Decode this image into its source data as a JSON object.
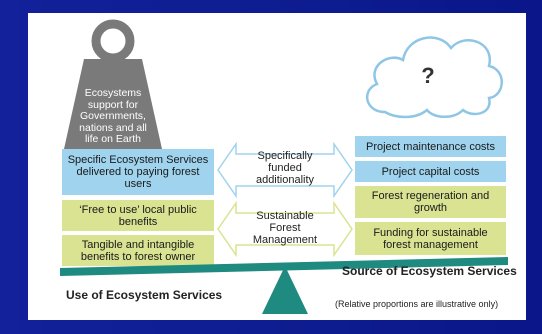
{
  "weight": {
    "label": "Ecosystems support for Governments, nations and all life on Earth"
  },
  "cloud": {
    "label": "?"
  },
  "left_stack": [
    {
      "label": "Specific Ecosystem Services delivered to paying forest users"
    },
    {
      "label": "‘Free to use’ local public benefits"
    },
    {
      "label": "Tangible and intangible benefits to forest owner"
    }
  ],
  "right_stack": [
    {
      "label": "Project maintenance costs"
    },
    {
      "label": "Project capital costs"
    },
    {
      "label": "Forest regeneration and growth"
    },
    {
      "label": "Funding for sustainable forest management"
    }
  ],
  "arrows": [
    {
      "label": "Specifically funded additionality"
    },
    {
      "label": "Sustainable Forest Management"
    }
  ],
  "footer": {
    "left_title": "Use of Ecosystem Services",
    "right_title": "Source of Ecosystem Services",
    "note": "(Relative proportions are illustrative only)"
  },
  "colors": {
    "background": "#0a1a8c",
    "weight": "#7a7a7a",
    "blue_box": "#9fd3ee",
    "green_box": "#d9e391",
    "beam": "#1f8a80"
  }
}
